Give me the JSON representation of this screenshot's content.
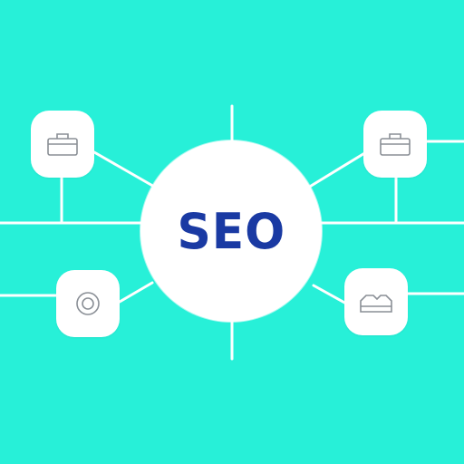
{
  "hub": {
    "label": "SEO"
  },
  "colors": {
    "background": "#27f0d8",
    "line": "#ffffff",
    "hub_fill": "#ffffff",
    "hub_text": "#1a3aa3",
    "icon_stroke": "#8a8f96"
  },
  "nodes": [
    {
      "id": "top-left",
      "icon": "briefcase-icon"
    },
    {
      "id": "top-right",
      "icon": "briefcase-icon"
    },
    {
      "id": "bottom-left",
      "icon": "target-icon"
    },
    {
      "id": "bottom-right",
      "icon": "bag-icon"
    }
  ]
}
